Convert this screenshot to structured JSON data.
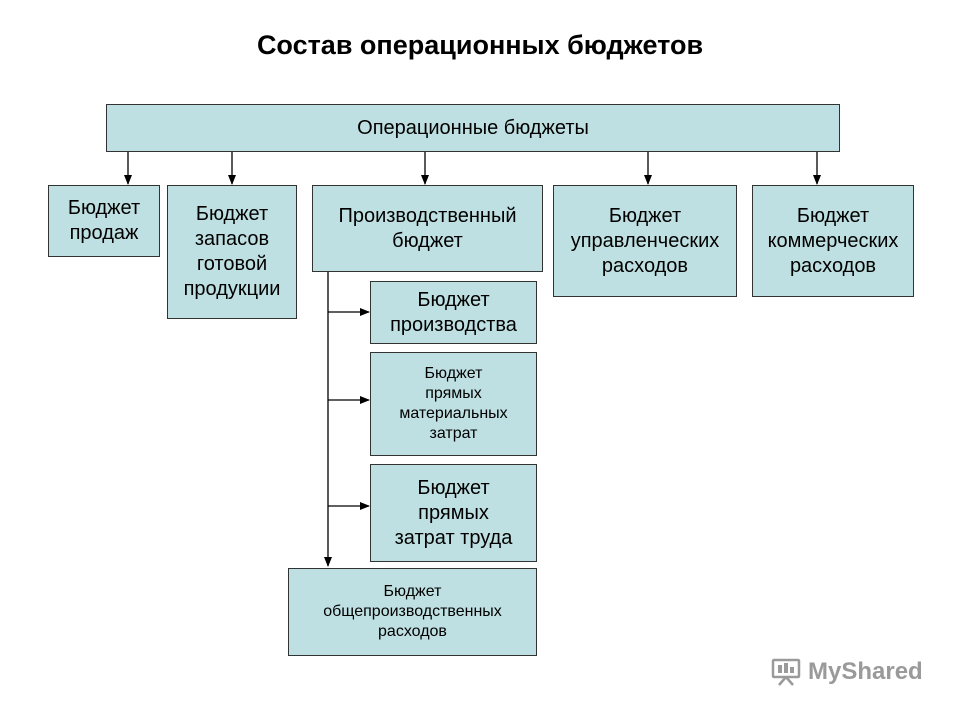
{
  "title": "Состав операционных бюджетов",
  "nodes": {
    "root": "Операционные бюджеты",
    "sales": "Бюджет\nпродаж",
    "inventory": "Бюджет\nзапасов\nготовой\nпродукции",
    "production_group": "Производственный\nбюджет",
    "admin": "Бюджет\nуправленческих\nрасходов",
    "commercial": "Бюджет\nкоммерческих\nрасходов",
    "production": "Бюджет\nпроизводства",
    "materials": "Бюджет\nпрямых\nматериальных\nзатрат",
    "labor": "Бюджет\nпрямых\nзатрат труда",
    "overhead": "Бюджет\nобщепроизводственных\nрасходов"
  },
  "watermark": {
    "text": "MyShared",
    "color": "#9a9a9a"
  }
}
